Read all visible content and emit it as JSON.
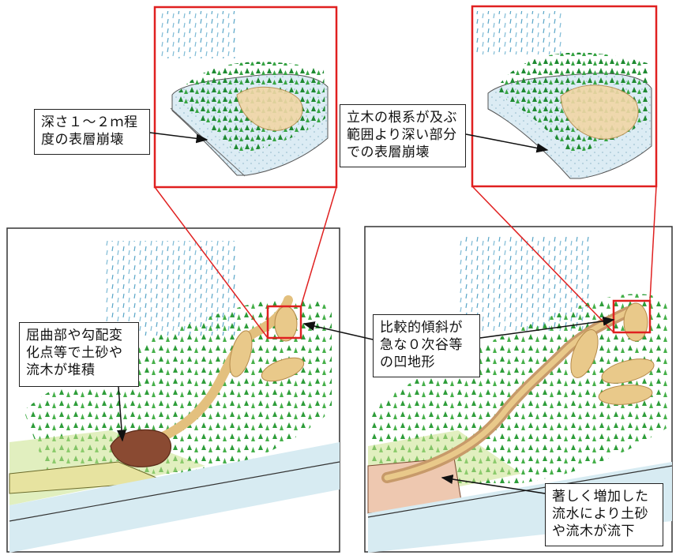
{
  "callouts": {
    "shallow_collapse": {
      "lines": [
        "深さ１～２ｍ程",
        "度の表層崩壊"
      ]
    },
    "deep_collapse": {
      "lines": [
        "立木の根系が及ぶ",
        "範囲より深い部分",
        "での表層崩壊"
      ]
    },
    "deposition": {
      "lines": [
        "屈曲部や勾配変",
        "化点等で土砂や",
        "流木が堆積"
      ]
    },
    "steep_valley": {
      "lines": [
        "比較的傾斜が",
        "急な０次谷等",
        "の凹地形"
      ]
    },
    "flowdown": {
      "lines": [
        "著しく増加した",
        "流水により土砂",
        "や流木が流下"
      ]
    }
  },
  "colors": {
    "frame_red": "#e02020",
    "forest_green": "#2e9d3a",
    "light_green": "#b8db6a",
    "sand": "#e9c98a",
    "debris": "#8a4a32",
    "water": "#cfe6ef",
    "rain": "#5aa6c8"
  }
}
